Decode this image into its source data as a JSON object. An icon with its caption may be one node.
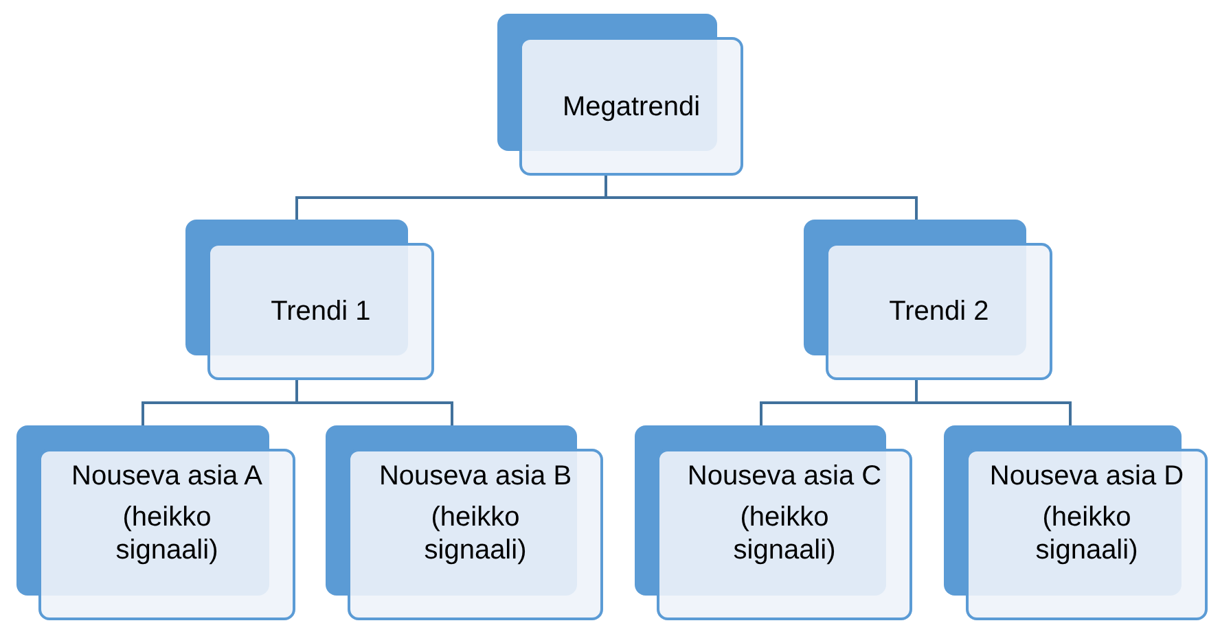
{
  "diagram": {
    "nodes": [
      {
        "text": [
          "Megatrendi"
        ]
      },
      {
        "text": [
          "Trendi 1"
        ]
      },
      {
        "text": [
          "Trendi 2"
        ]
      },
      {
        "text": [
          "Nouseva asia A",
          "(heikko signaali)"
        ]
      },
      {
        "text": [
          "Nouseva asia B",
          "(heikko signaali)"
        ]
      },
      {
        "text": [
          "Nouseva asia C",
          "(heikko signaali)"
        ]
      },
      {
        "text": [
          "Nouseva asia D",
          "(heikko signaali)"
        ]
      }
    ],
    "edges": [
      {
        "from": 0,
        "to": 1,
        "arrow": "none"
      },
      {
        "from": 0,
        "to": 2,
        "arrow": "none"
      },
      {
        "from": 1,
        "to": 3,
        "arrow": "none"
      },
      {
        "from": 1,
        "to": 4,
        "arrow": "none"
      },
      {
        "from": 2,
        "to": 5,
        "arrow": "none"
      },
      {
        "from": 2,
        "to": 6,
        "arrow": "none"
      }
    ]
  }
}
